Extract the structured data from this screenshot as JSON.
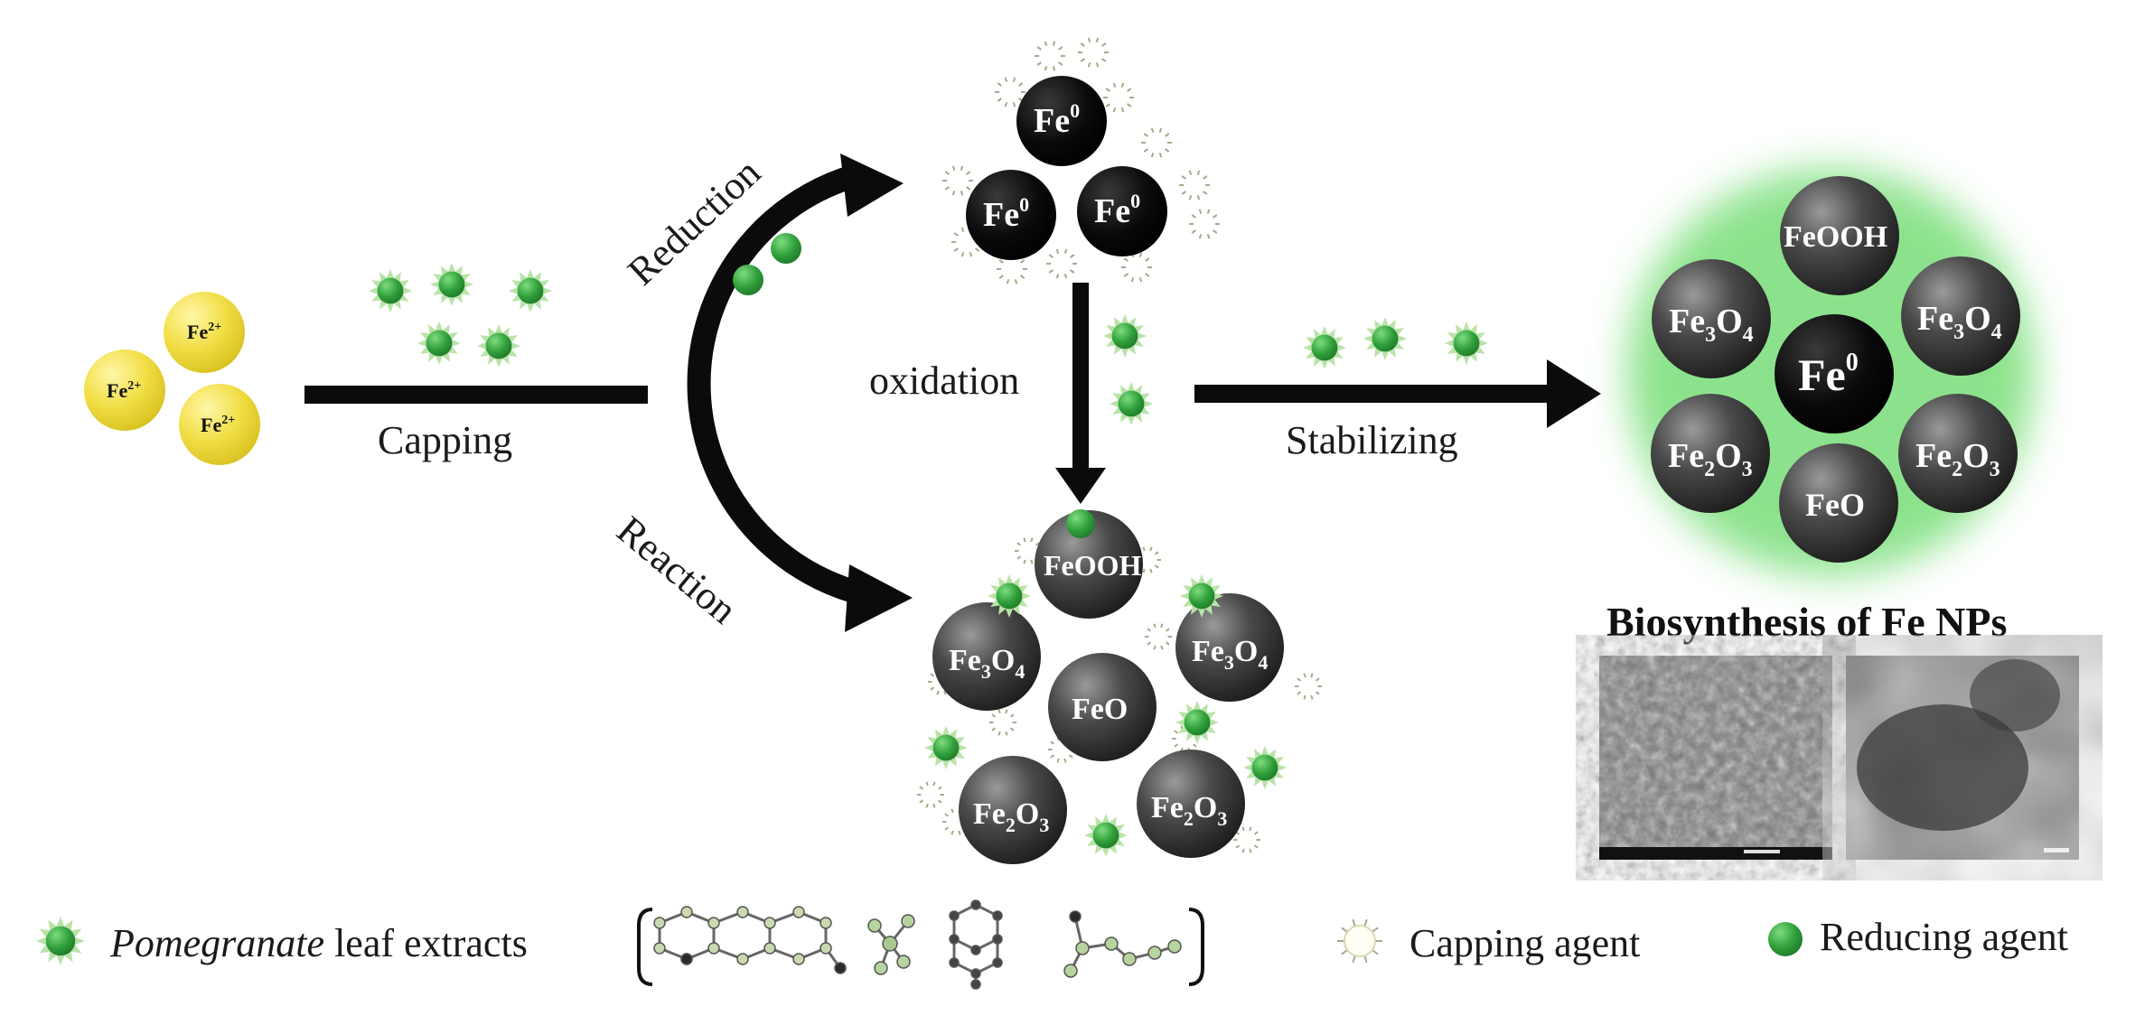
{
  "labels": {
    "capping": "Capping",
    "reduction": "Reduction",
    "reaction": "Reaction",
    "oxidation": "oxidation",
    "stabilizing": "Stabilizing",
    "title": "Biosynthesis of Fe NPs"
  },
  "species": {
    "fe2": "Fe",
    "fe2_sup": "2+",
    "fe0": "Fe",
    "fe0_sup": "0",
    "feooh": "FeOOH",
    "feo": "FeO",
    "fe3o4_a": "Fe",
    "fe3o4_b": "3",
    "fe3o4_c": "O",
    "fe3o4_d": "4",
    "fe2o3_a": "Fe",
    "fe2o3_b": "2",
    "fe2o3_c": "O",
    "fe2o3_d": "3"
  },
  "legend": {
    "pomegranate": "Pomegranate",
    "leaf_extracts": " leaf extracts",
    "capping_agent": "Capping agent",
    "reducing_agent": "Reducing agent"
  },
  "colors": {
    "star": "#3fa845",
    "sphere": "#3a3a3a",
    "fe0_sphere": "#0b0b0b",
    "fe2_ion": "#f2e14c",
    "glow": "#7ae07a",
    "reducing": "#33aa44"
  }
}
